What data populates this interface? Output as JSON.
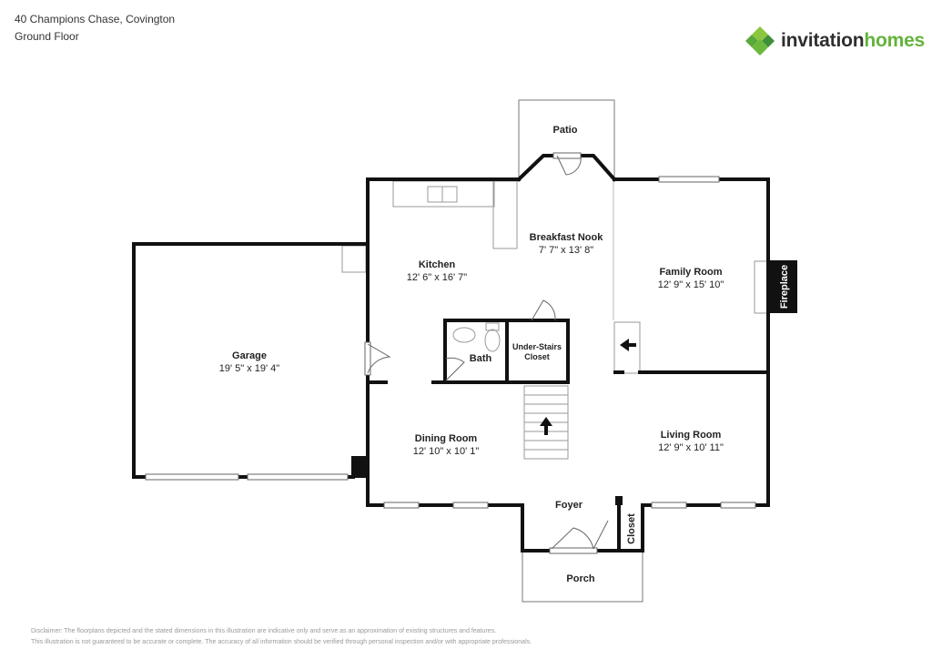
{
  "header": {
    "address": "40 Champions Chase, Covington",
    "floor": "Ground Floor"
  },
  "brand": {
    "logo_part1": "invitation",
    "logo_part2": "homes",
    "colors": {
      "green_dark": "#3f8f3a",
      "green_light": "#8cc63f",
      "text": "#2f2f2f"
    }
  },
  "rooms": {
    "patio": {
      "name": "Patio"
    },
    "breakfast": {
      "name": "Breakfast Nook",
      "dims": "7' 7\" x 13' 8\""
    },
    "kitchen": {
      "name": "Kitchen",
      "dims": "12' 6\" x 16' 7\""
    },
    "family": {
      "name": "Family Room",
      "dims": "12' 9\" x 15' 10\""
    },
    "fireplace": {
      "name": "Fireplace"
    },
    "garage": {
      "name": "Garage",
      "dims": "19' 5\" x 19' 4\""
    },
    "bath": {
      "name": "Bath"
    },
    "closet_under": {
      "line1": "Under-Stairs",
      "line2": "Closet"
    },
    "dining": {
      "name": "Dining Room",
      "dims": "12' 10\" x 10' 1\""
    },
    "living": {
      "name": "Living Room",
      "dims": "12' 9\" x 10' 11\""
    },
    "foyer": {
      "name": "Foyer"
    },
    "closet": {
      "name": "Closet"
    },
    "porch": {
      "name": "Porch"
    }
  },
  "disclaimer": {
    "line1": "Disclaimer: The floorplans depicted and the stated dimensions in this illustration are indicative only and serve as an approximation of existing structures and features.",
    "line2": "This illustration is not guaranteed to be accurate or complete. The accuracy of all information should be verified through personal inspection and/or with appropriate professionals."
  }
}
